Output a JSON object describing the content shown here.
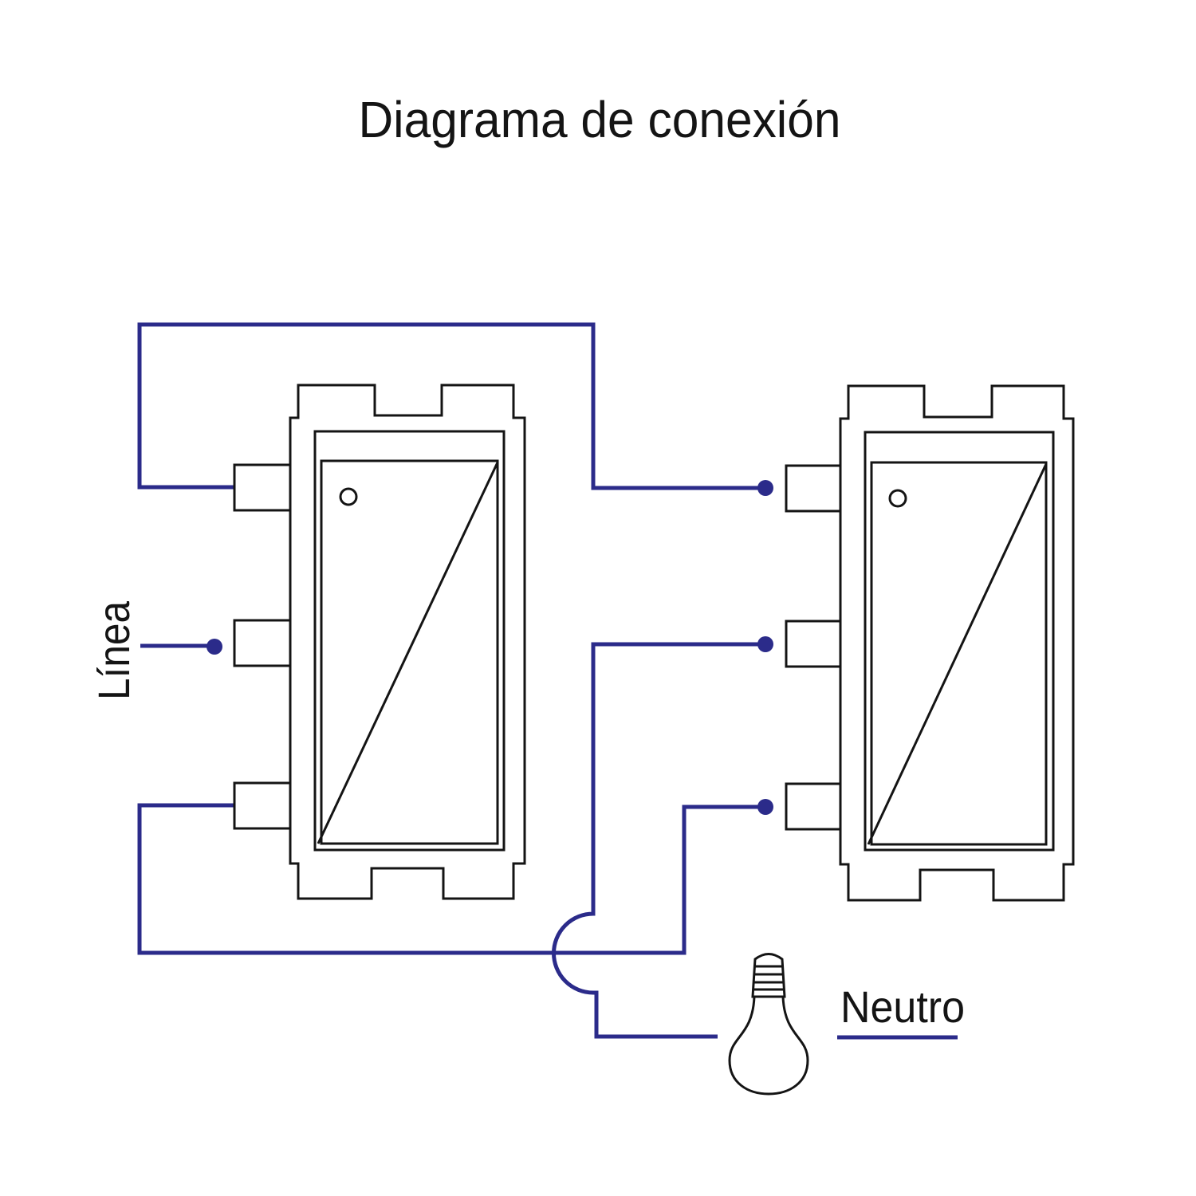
{
  "title": "Diagrama de conexión",
  "labels": {
    "line": "Línea",
    "neutral": "Neutro"
  },
  "colors": {
    "wire": "#2b2b8a",
    "outline": "#141414",
    "background": "#ffffff"
  },
  "components": {
    "switches": [
      "three-way switch (left)",
      "three-way switch (right)"
    ],
    "bulb": "light-bulb-icon"
  }
}
